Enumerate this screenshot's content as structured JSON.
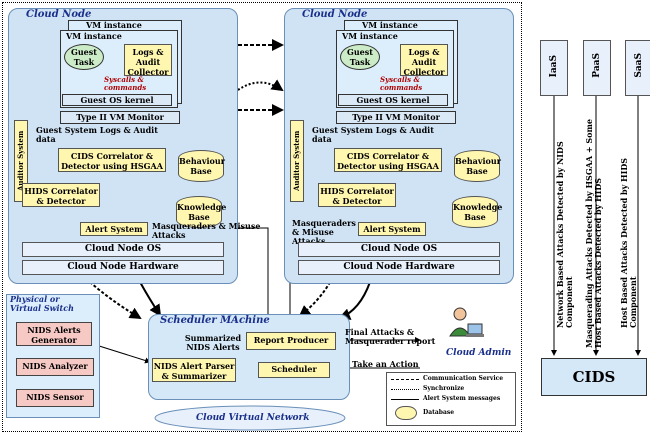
{
  "cloud_node_left": {
    "title": "Cloud Node",
    "vm_instance_1": "VM instance",
    "vm_instance_2": "VM instance",
    "guest_task": "Guest Task",
    "logs_collector": "Logs & Audit Collector",
    "syscalls": "Syscalls & commands",
    "guest_os_kernel": "Guest OS kernel",
    "vm_monitor": "Type II VM Monitor",
    "guest_logs": "Guest System Logs & Audit data",
    "auditor": "Auditor System",
    "cids_correlator": "CIDS Correlator & Detector using HSGAA",
    "behaviour_base": "Behaviour Base",
    "hids_correlator": "HIDS Correlator & Detector",
    "knowledge_base": "Knowledge Base",
    "alert_system": "Alert System",
    "masq_misuse": "Masqueraders & Misuse Attacks",
    "cloud_node_os": "Cloud Node OS",
    "cloud_node_hw": "Cloud Node Hardware"
  },
  "cloud_node_right": {
    "title": "Cloud Node",
    "vm_instance_1": "VM instance",
    "vm_instance_2": "VM instance",
    "guest_task": "Guest Task",
    "logs_collector": "Logs & Audit Collector",
    "syscalls": "Syscalls & commands",
    "guest_os_kernel": "Guest OS kernel",
    "vm_monitor": "Type II VM Monitor",
    "guest_logs": "Guest System Logs & Audit data",
    "auditor": "Auditor System",
    "cids_correlator": "CIDS Correlator & Detector using HSGAA",
    "behaviour_base": "Behaviour Base",
    "hids_correlator": "HIDS Correlator & Detector",
    "knowledge_base": "Knowledge Base",
    "alert_system": "Alert System",
    "masq_misuse": "Masqueraders & Misuse Attacks",
    "cloud_node_os": "Cloud Node OS",
    "cloud_node_hw": "Cloud Node Hardware"
  },
  "switch": {
    "title": "Physical or Virtual Switch",
    "alerts_generator": "NIDS Alerts Generator",
    "analyzer": "NIDS Analyzer",
    "sensor": "NIDS Sensor"
  },
  "scheduler": {
    "title": "Scheduler MAchine",
    "summarized": "Summarized NIDS Alerts",
    "report_producer": "Report Producer",
    "parser": "NIDS Alert Parser & Summarizer",
    "scheduler": "Scheduler"
  },
  "admin": {
    "final_report": "Final Attacks & Masquerader report",
    "take_action": "Take an Action",
    "cloud_admin": "Cloud Admin"
  },
  "network": "Cloud Virtual Network",
  "legend": {
    "communication": "Communication Service",
    "synchronize": "Synchronize",
    "alert_messages": "Alert System messages",
    "database": "Database"
  },
  "service_layers": {
    "iaas": "IaaS",
    "paas": "PaaS",
    "saas": "SaaS",
    "iaas_text": "Network Based Attacks Detected by NIDS Component",
    "paas_text": "Masquerading Attacks Detected by HSGAA + Some Host Based Attacks Detected by HIDS",
    "saas_text": "Host Based Attacks Detected by HIDS Component",
    "cids": "CIDS"
  }
}
